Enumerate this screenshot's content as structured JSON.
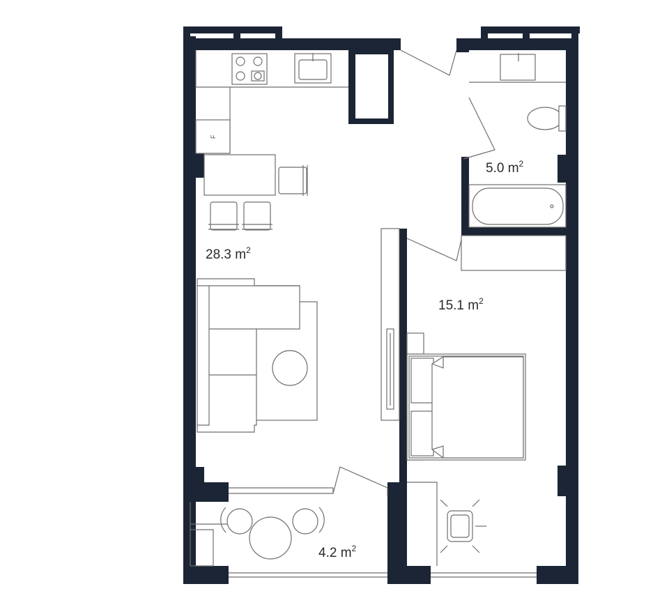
{
  "rooms": {
    "living": {
      "area": "28.3 m",
      "exp": "2"
    },
    "bath": {
      "area": "5.0 m",
      "exp": "2"
    },
    "bedroom": {
      "area": "15.1 m",
      "exp": "2"
    },
    "balcony": {
      "area": "4.2 m",
      "exp": "2"
    }
  },
  "fixtures": {
    "fridge_label": "F"
  },
  "colors": {
    "wall": "#1c2535",
    "line": "#6e6e6e"
  }
}
